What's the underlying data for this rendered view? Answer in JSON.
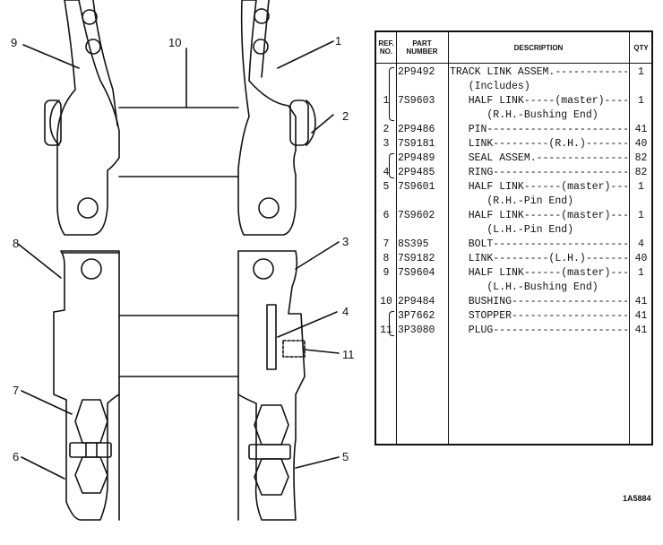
{
  "callouts": [
    "9",
    "10",
    "1",
    "2",
    "8",
    "3",
    "4",
    "11",
    "7",
    "6",
    "5"
  ],
  "table": {
    "headers": {
      "ref": "REF.\nNO.",
      "part": "PART\nNUMBER",
      "description": "DESCRIPTION",
      "qty": "QTY"
    },
    "rows": [
      {
        "ref": "",
        "part": "2P9492",
        "desc": "TRACK LINK ASSEM.-------------",
        "qty": "1"
      },
      {
        "ref": "",
        "part": "",
        "desc": "   (Includes)",
        "qty": ""
      },
      {
        "ref": "1",
        "part": "7S9603",
        "desc": "   HALF LINK-----(master)------",
        "qty": "1"
      },
      {
        "ref": "",
        "part": "",
        "desc": "      (R.H.-Bushing End)",
        "qty": ""
      },
      {
        "ref": "2",
        "part": "2P9486",
        "desc": "   PIN-------------------------",
        "qty": "41"
      },
      {
        "ref": "3",
        "part": "7S9181",
        "desc": "   LINK---------(R.H.)---------",
        "qty": "40"
      },
      {
        "ref": "",
        "part": "2P9489",
        "desc": "   SEAL ASSEM.-----------------",
        "qty": "82"
      },
      {
        "ref": "4",
        "part": "2P9485",
        "desc": "   RING------------------------",
        "qty": "82"
      },
      {
        "ref": "5",
        "part": "7S9601",
        "desc": "   HALF LINK------(master)-----",
        "qty": "1"
      },
      {
        "ref": "",
        "part": "",
        "desc": "      (R.H.-Pin End)",
        "qty": ""
      },
      {
        "ref": "6",
        "part": "7S9602",
        "desc": "   HALF LINK------(master)-----",
        "qty": "1"
      },
      {
        "ref": "",
        "part": "",
        "desc": "      (L.H.-Pin End)",
        "qty": ""
      },
      {
        "ref": "7",
        "part": "8S395",
        "desc": "   BOLT------------------------",
        "qty": "4"
      },
      {
        "ref": "8",
        "part": "7S9182",
        "desc": "   LINK---------(L.H.)---------",
        "qty": "40"
      },
      {
        "ref": "9",
        "part": "7S9604",
        "desc": "   HALF LINK------(master)-----",
        "qty": "1"
      },
      {
        "ref": "",
        "part": "",
        "desc": "      (L.H.-Bushing End)",
        "qty": ""
      },
      {
        "ref": "10",
        "part": "2P9484",
        "desc": "   BUSHING---------------------",
        "qty": "41"
      },
      {
        "ref": "",
        "part": "3P7662",
        "desc": "   STOPPER---------------------",
        "qty": "41"
      },
      {
        "ref": "11",
        "part": "3P3080",
        "desc": "   PLUG------------------------",
        "qty": "41"
      }
    ]
  },
  "figure_code": "1A5884"
}
